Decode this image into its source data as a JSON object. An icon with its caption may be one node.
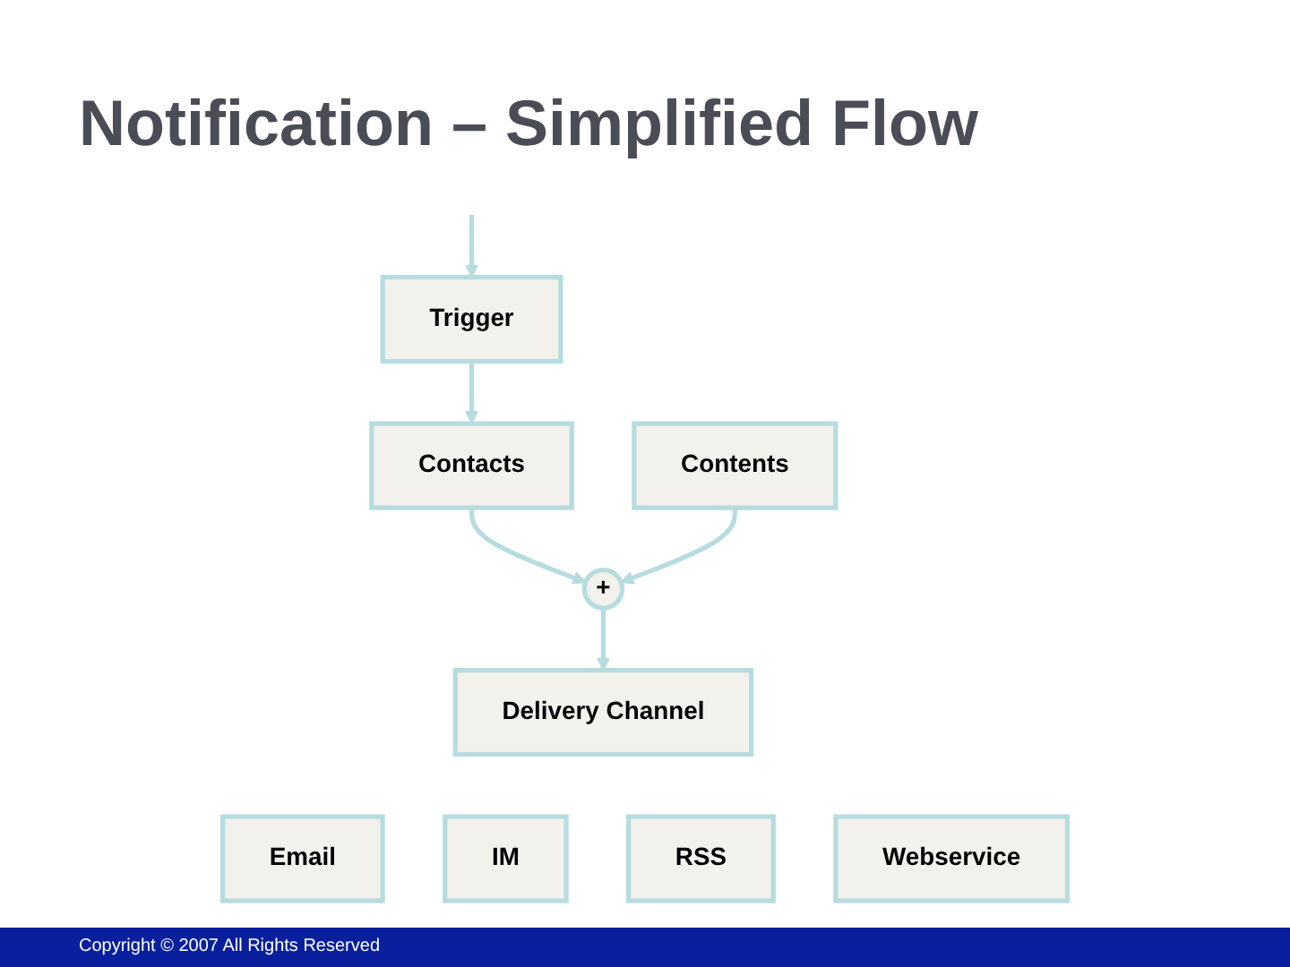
{
  "diagram": {
    "title": "Notification – Simplified Flow",
    "nodes": [
      {
        "text": [
          "Trigger"
        ]
      },
      {
        "text": [
          "Contacts"
        ]
      },
      {
        "text": [
          "Contents"
        ]
      },
      {
        "text": [
          "+"
        ]
      },
      {
        "text": [
          "Delivery Channel"
        ]
      },
      {
        "text": [
          "Email"
        ]
      },
      {
        "text": [
          "IM"
        ]
      },
      {
        "text": [
          "RSS"
        ]
      },
      {
        "text": [
          "Webservice"
        ]
      }
    ],
    "edges": [
      {
        "from": null,
        "to": 0,
        "arrow": "to"
      },
      {
        "from": 0,
        "to": 1,
        "arrow": "to"
      },
      {
        "from": 1,
        "to": 3,
        "arrow": "to"
      },
      {
        "from": 2,
        "to": 3,
        "arrow": "to"
      },
      {
        "from": 3,
        "to": 4,
        "arrow": "to"
      }
    ],
    "labels": [
      "Copyright © 2007 All Rights Reserved"
    ]
  }
}
